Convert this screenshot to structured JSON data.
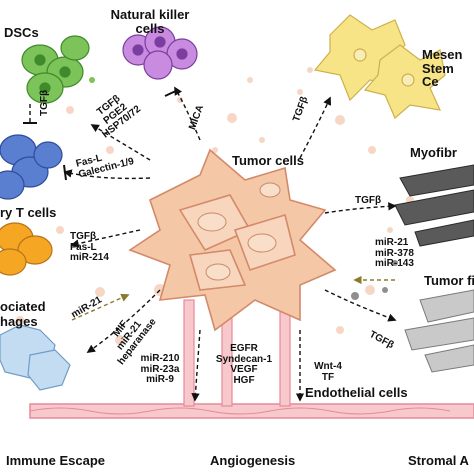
{
  "cells": {
    "dscs": "DSCs",
    "nk": "Natural killer cells",
    "msc": "Mesen Stem Ce",
    "tumor": "Tumor cells",
    "myofib": "Myofibr",
    "tcells": "ry T cells",
    "tumorfib": "Tumor fibr",
    "macro_a": "ociated",
    "macro_b": "hages",
    "endo": "Endothelial cells"
  },
  "factors": {
    "tgfb_dsc": "TGFβ",
    "mica": "MICA",
    "tgfb_msc": "TGFβ",
    "tgfb_nk_group": [
      "TGFβ",
      "PGE2",
      "HSP70/72"
    ],
    "fas_gal": [
      "Fas-L",
      "Galectin-1/9"
    ],
    "tgfb_myo": "TGFβ",
    "mirs_fib": [
      "miR-21",
      "miR-378",
      "miR-143"
    ],
    "tcell_group": [
      "TGFβ",
      "Fas-L",
      "miR-214"
    ],
    "mir21_left": "miR-21",
    "mif_group": [
      "MIF",
      "miR-21",
      "heparanase"
    ],
    "mirs_angio": [
      "miR-210",
      "miR-23a",
      "miR-9"
    ],
    "egfr_group": [
      "EGFR",
      "Syndecan-1",
      "VEGF",
      "HGF"
    ],
    "wnt_group": [
      "Wnt-4",
      "TF"
    ],
    "tgfb_lower": "TGFβ"
  },
  "footer": {
    "immune": "Immune Escape",
    "angio": "Angiogenesis",
    "stromal": "Stromal A"
  },
  "colors": {
    "tumor": "#f4c8a6",
    "tumor_edge": "#d4896a",
    "dsc": "#7cc45a",
    "nk": "#c98be0",
    "msc": "#f7e27a",
    "tcell": "#5b7fd0",
    "tcell2": "#f5a623",
    "macro": "#9ec7ea",
    "myofib": "#555555",
    "tumorfib": "#bdbdbd",
    "vessel": "#f2a0a8"
  }
}
